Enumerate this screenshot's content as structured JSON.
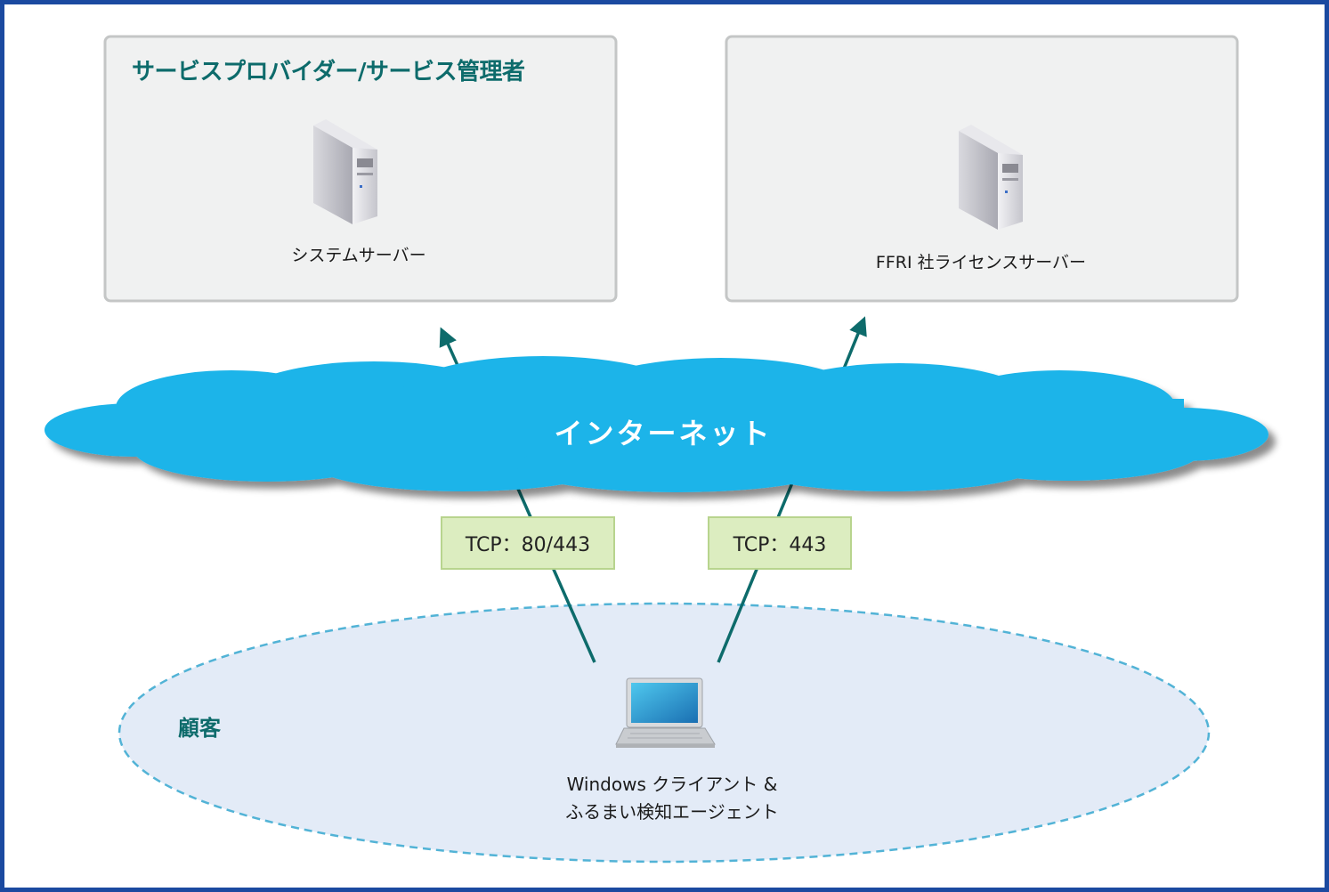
{
  "provider_panel": {
    "title": "サービスプロバイダー/サービス管理者",
    "server_label": "システムサーバー"
  },
  "license_panel": {
    "server_label": "FFRI 社ライセンスサーバー"
  },
  "internet": {
    "label": "インターネット"
  },
  "connections": {
    "tcp_system": "TCP：80/443",
    "tcp_license": "TCP：443"
  },
  "customer": {
    "title": "顧客",
    "client_line1": "Windows クライアント &",
    "client_line2": "ふるまい検知エージェント"
  },
  "colors": {
    "frame": "#1b4aa0",
    "cloud": "#1fb4e9",
    "arrow": "#0d6b6b",
    "panel_bg": "#f0f1f1",
    "customer_zone": "#e3ebf7",
    "tcp_box": "#dcedc0"
  }
}
